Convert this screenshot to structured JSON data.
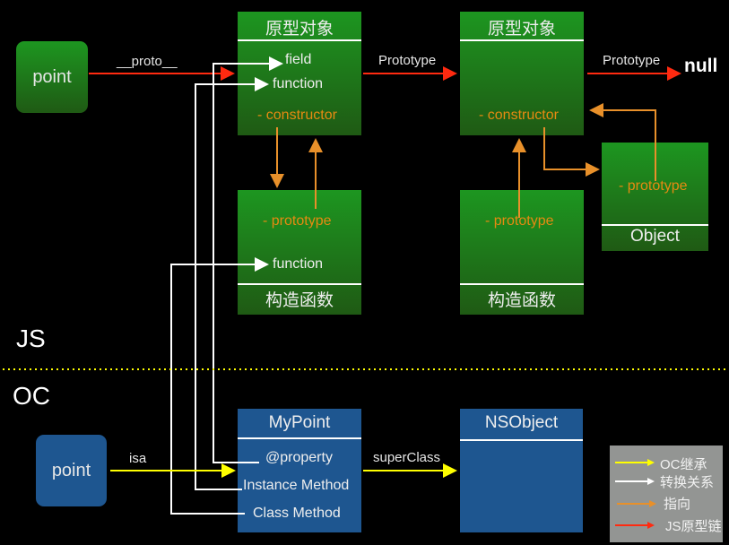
{
  "js_section": {
    "label": "JS",
    "instance": {
      "label": "point",
      "arrow_label": "__proto__"
    },
    "proto_object_1": {
      "title": "原型对象",
      "items": [
        "field",
        "function",
        "- constructor"
      ]
    },
    "proto_object_2": {
      "title": "原型对象",
      "items": [
        "- constructor"
      ]
    },
    "constructor_1": {
      "title": "构造函数",
      "items": [
        "- prototype",
        "function"
      ]
    },
    "constructor_2": {
      "title": "构造函数",
      "items": [
        "- prototype"
      ]
    },
    "object_ctor": {
      "title": "Object",
      "items": [
        "- prototype"
      ]
    },
    "prototype_label_1": "Prototype",
    "prototype_label_2": "Prototype",
    "null_label": "null"
  },
  "oc_section": {
    "label": "OC",
    "instance": {
      "label": "point",
      "arrow_label": "isa"
    },
    "class_mypoint": {
      "title": "MyPoint",
      "items": [
        "@property",
        "Instance Method",
        "Class Method"
      ]
    },
    "class_nsobject": {
      "title": "NSObject"
    },
    "superclass_label": "superClass"
  },
  "legend": {
    "items": [
      {
        "label": "OC继承",
        "color": "#ffff00"
      },
      {
        "label": "转换关系",
        "color": "#ffffff"
      },
      {
        "label": "指向",
        "color": "#e8902a"
      },
      {
        "label": "JS原型链",
        "color": "#ff2a10"
      }
    ]
  },
  "colors": {
    "js_green": "#1d9620",
    "oc_blue": "#1e5690",
    "proto_chain": "#ff2a10",
    "pointer": "#e8902a",
    "mapping": "#ffffff",
    "oc_inherit": "#ffff00",
    "separator": "#ffff00"
  }
}
